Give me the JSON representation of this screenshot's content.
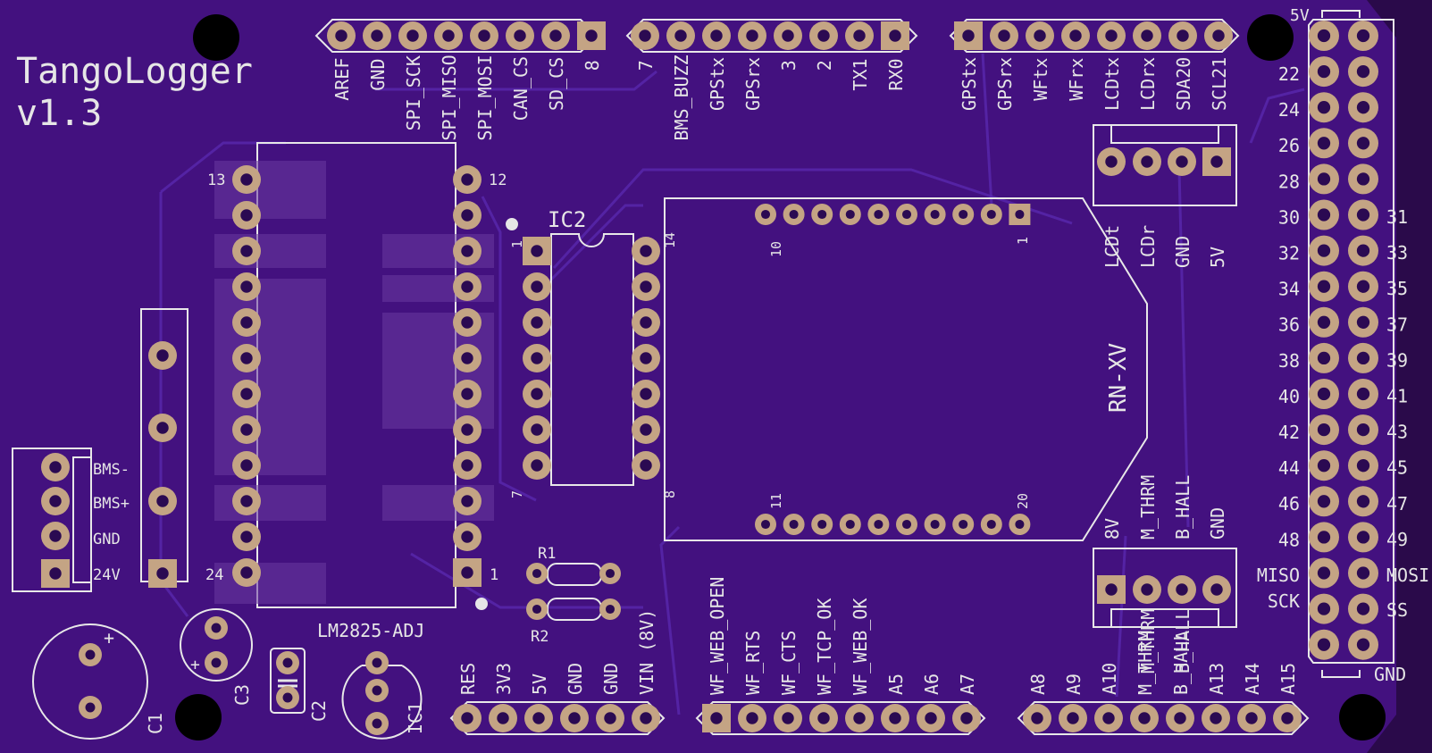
{
  "board": {
    "title_line1": "TangoLogger",
    "title_line2": "v1.3",
    "colors": {
      "substrate": "#43117f",
      "silk": "#e6e6e6",
      "pad": "#c4a484",
      "pad_ring": "#d9c0a0",
      "hole": "#2b0a52"
    }
  },
  "top_header_left": {
    "labels": [
      "AREF",
      "GND",
      "SPI_SCK",
      "SPI_MISO",
      "SPI_MOSI",
      "CAN_CS",
      "SD_CS",
      "8"
    ]
  },
  "top_header_mid": {
    "labels": [
      "7",
      "BMS_BUZZ",
      "GPStx",
      "GPSrx",
      "3",
      "2",
      "TX1",
      "RX0"
    ]
  },
  "top_header_right": {
    "labels": [
      "GPStx",
      "GPSrx",
      "WFtx",
      "WFrx",
      "LCDtx",
      "LCDrx",
      "SDA20",
      "SCL21"
    ]
  },
  "lcd_connector": {
    "labels": [
      "LCDt",
      "LCDr",
      "GND",
      "5V"
    ]
  },
  "sensor_connector": {
    "labels_top": [
      "8V",
      "M_THRM",
      "B_HALL",
      "GND"
    ],
    "labels_bottom": [
      "M_THRM",
      "B_HALL"
    ]
  },
  "power_header": {
    "labels": [
      "RES",
      "3V3",
      "5V",
      "GND",
      "GND",
      "VIN (8V)"
    ]
  },
  "analog_header_a": {
    "labels": [
      "WF_WEB_OPEN",
      "WF_RTS",
      "WF_CTS",
      "WF_TCP_OK",
      "WF_WEB_OK",
      "A5",
      "A6",
      "A7"
    ]
  },
  "analog_header_b": {
    "labels": [
      "A8",
      "A9",
      "A10",
      "M_THRM",
      "B_HALL",
      "A13",
      "A14",
      "A15"
    ]
  },
  "right_header": {
    "top_label": "5V",
    "bottom_label": "GND",
    "left_numbers": [
      "22",
      "24",
      "26",
      "28",
      "30",
      "32",
      "34",
      "36",
      "38",
      "40",
      "42",
      "44",
      "46",
      "48",
      "MISO",
      "SCK"
    ],
    "right_numbers": [
      "31",
      "33",
      "35",
      "37",
      "39",
      "41",
      "43",
      "45",
      "47",
      "49",
      "MOSI",
      "SS"
    ]
  },
  "bms_connector": {
    "labels": [
      "BMS-",
      "BMS+",
      "GND",
      "24V"
    ]
  },
  "u_regulator": {
    "name": "LM2825-ADJ",
    "pin_labels": [
      "13",
      "12",
      "24",
      "1"
    ]
  },
  "ic2": {
    "name": "IC2",
    "pin_labels": [
      "1",
      "14",
      "7",
      "8"
    ]
  },
  "rn_xv": {
    "name": "RN-XV",
    "pin_labels": [
      "10",
      "1",
      "11",
      "20"
    ]
  },
  "resistors": [
    "R1",
    "R2"
  ],
  "caps": [
    "C1",
    "C2",
    "C3"
  ],
  "ic1": "IC1",
  "plus_sign": "+"
}
